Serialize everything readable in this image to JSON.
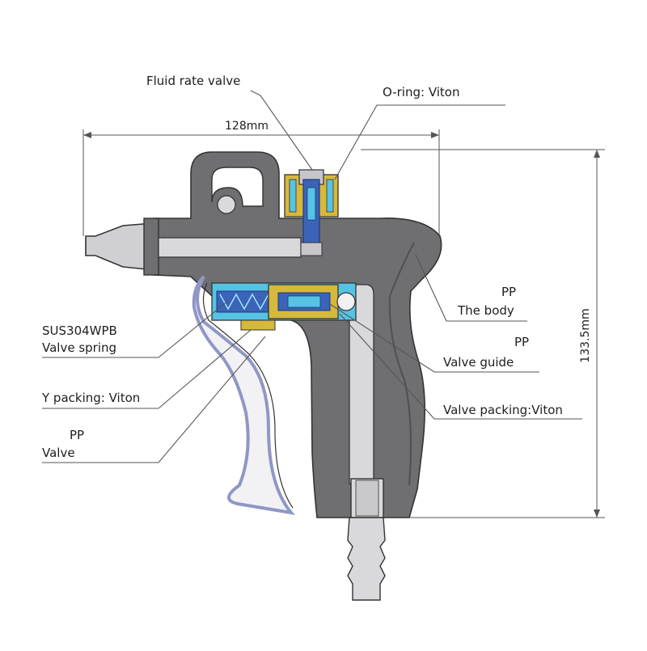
{
  "labels": {
    "fluid_rate_valve": "Fluid rate valve",
    "o_ring": "O-ring: Viton",
    "body_material": "PP",
    "body": "The body",
    "spring_material": "SUS304WPB",
    "spring": "Valve spring",
    "guide_material": "PP",
    "guide": "Valve guide",
    "y_packing": "Y packing: Viton",
    "valve_packing": "Valve packing:Viton",
    "valve_material": "PP",
    "valve": "Valve"
  },
  "dimensions": {
    "length": "128mm",
    "height": "133.5mm"
  },
  "colors": {
    "body": "#6f6f72",
    "body_light": "#8a8a8d",
    "bore": "#d9d9db",
    "trigger_outline": "#8f97c6",
    "brass": "#d6b93c",
    "blue_part": "#3b63b8",
    "cyan_part": "#56c3e4"
  }
}
